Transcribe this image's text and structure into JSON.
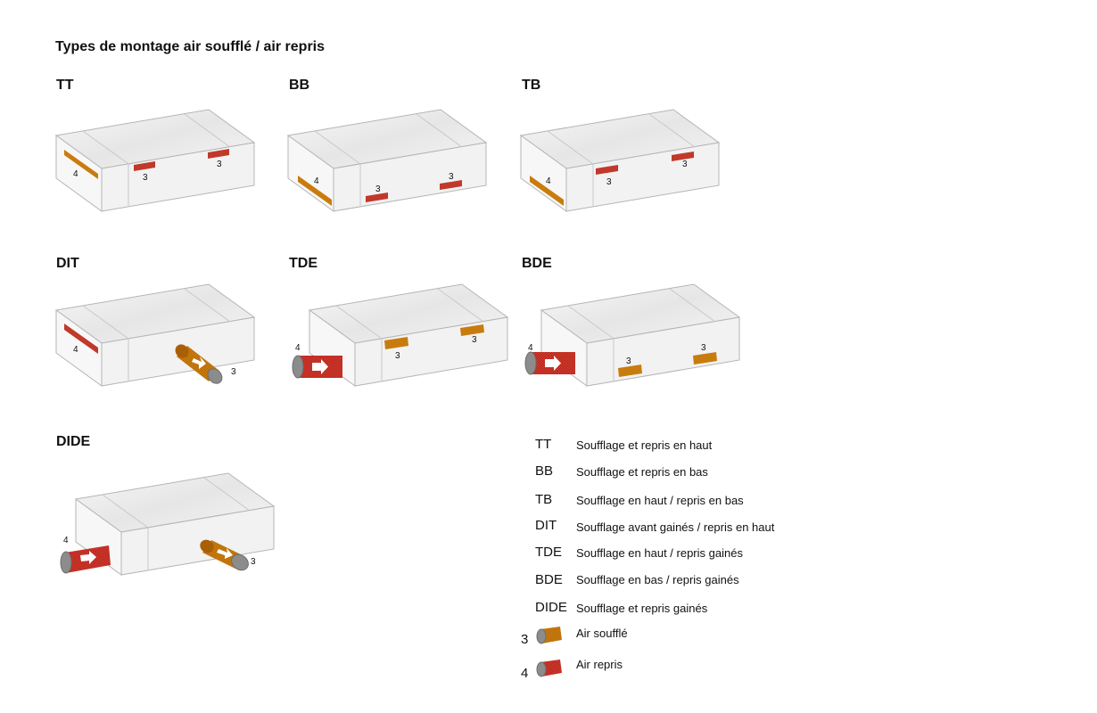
{
  "title": "Types de montage air soufflé / air repris",
  "diagrams": [
    {
      "code": "TT",
      "supply_label": "3",
      "return_label": "4"
    },
    {
      "code": "BB",
      "supply_label": "3",
      "return_label": "4"
    },
    {
      "code": "TB",
      "supply_label": "3",
      "return_label": "4"
    },
    {
      "code": "DIT",
      "supply_label": "3",
      "return_label": "4"
    },
    {
      "code": "TDE",
      "supply_label": "3",
      "return_label": "4"
    },
    {
      "code": "BDE",
      "supply_label": "3",
      "return_label": "4"
    },
    {
      "code": "DIDE",
      "supply_label": "3",
      "return_label": "4"
    }
  ],
  "legend": {
    "items": [
      {
        "code": "TT",
        "description": "Soufflage et repris en haut"
      },
      {
        "code": "BB",
        "description": "Soufflage et repris en bas"
      },
      {
        "code": "TB",
        "description": "Soufflage en haut / repris en bas"
      },
      {
        "code": "DIT",
        "description": "Soufflage avant gainés / repris en haut"
      },
      {
        "code": "TDE",
        "description": "Soufflage en haut / repris gainés"
      },
      {
        "code": "BDE",
        "description": "Soufflage en bas / repris gainés"
      },
      {
        "code": "DIDE",
        "description": "Soufflage et repris gainés"
      }
    ],
    "air": [
      {
        "number": "3",
        "label": "Air soufflé"
      },
      {
        "number": "4",
        "label": "Air repris"
      }
    ]
  },
  "colors": {
    "supply": "#c97c0e",
    "return": "#c0392b",
    "box_edge": "#b5b5b5",
    "duct_end": "#8c8c8c"
  }
}
